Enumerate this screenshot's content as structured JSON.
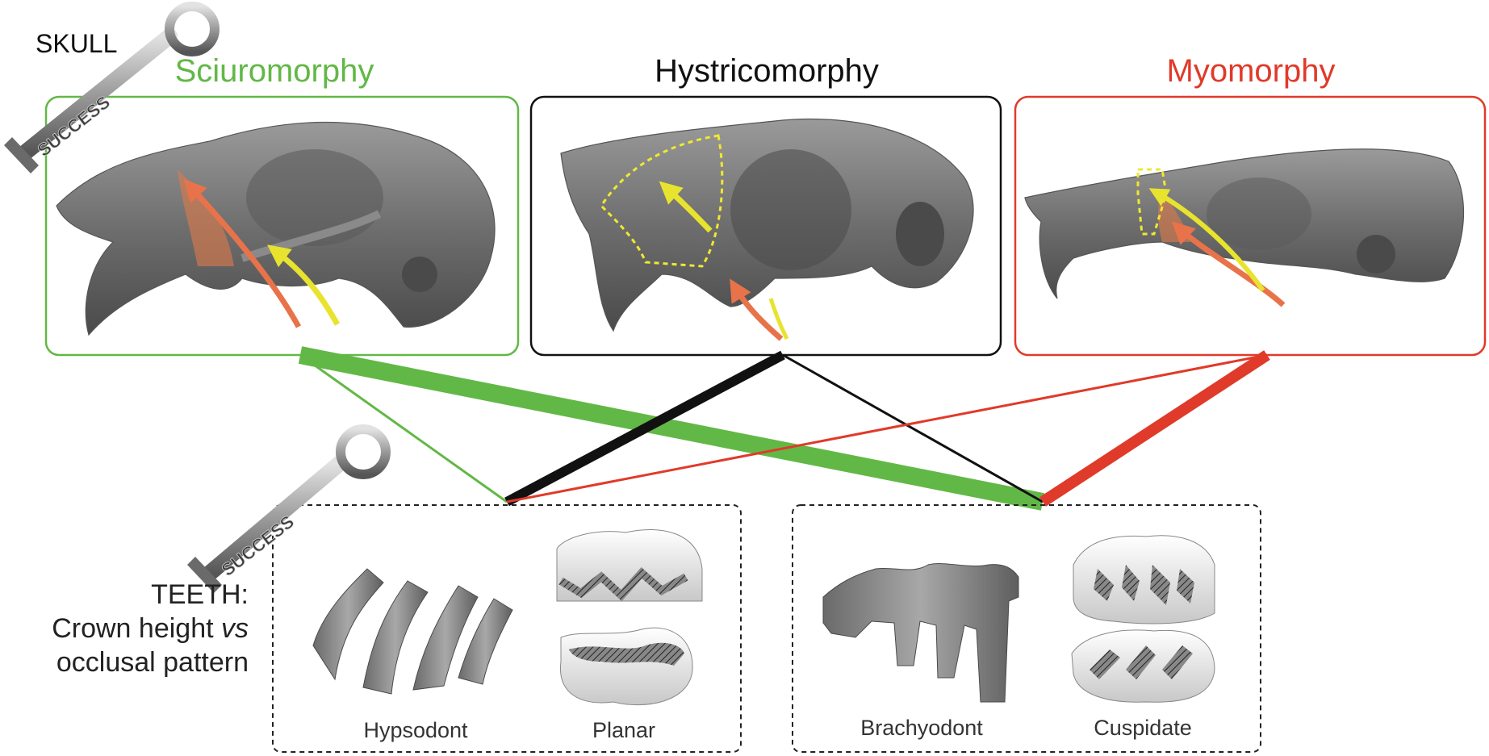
{
  "labels": {
    "skull": "SKULL",
    "teeth_line1": "TEETH:",
    "teeth_line2_pre": "Crown height ",
    "teeth_line2_em": "vs",
    "teeth_line3": "occlusal pattern"
  },
  "skull_types": [
    {
      "name": "Sciuromorphy",
      "color": "#62b846"
    },
    {
      "name": "Hystricomorphy",
      "color": "#111111"
    },
    {
      "name": "Myomorphy",
      "color": "#e03a2a"
    }
  ],
  "teeth_types": {
    "hypsodont": "Hypsodont",
    "planar": "Planar",
    "brachyodont": "Brachyodont",
    "cuspidate": "Cuspidate"
  },
  "key_text": "SUCCESS",
  "arrow_colors": {
    "temporal": "#e8734a",
    "masseter": "#e8e32e"
  }
}
